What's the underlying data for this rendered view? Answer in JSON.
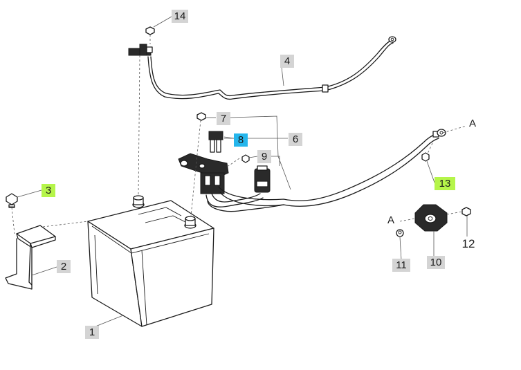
{
  "callouts": [
    {
      "id": "1",
      "label": "1",
      "style": "box"
    },
    {
      "id": "2",
      "label": "2",
      "style": "box"
    },
    {
      "id": "3",
      "label": "3",
      "style": "box",
      "highlight": "#b5f54a"
    },
    {
      "id": "4",
      "label": "4",
      "style": "box"
    },
    {
      "id": "6",
      "label": "6",
      "style": "box"
    },
    {
      "id": "7",
      "label": "7",
      "style": "box"
    },
    {
      "id": "8",
      "label": "8",
      "style": "box",
      "highlight": "#25b6ec"
    },
    {
      "id": "9",
      "label": "9",
      "style": "box"
    },
    {
      "id": "10",
      "label": "10",
      "style": "box"
    },
    {
      "id": "11",
      "label": "11",
      "style": "box"
    },
    {
      "id": "12",
      "label": "12",
      "style": "plain"
    },
    {
      "id": "13",
      "label": "13",
      "style": "box",
      "highlight": "#b5f54a"
    },
    {
      "id": "14",
      "label": "14",
      "style": "box"
    }
  ],
  "reference_letters": {
    "top": "A",
    "detail": "A"
  },
  "colors": {
    "line": "#1a1a1a",
    "callout_box": "#d4d4d4",
    "highlight_green": "#b5f54a",
    "highlight_blue": "#25b6ec"
  }
}
